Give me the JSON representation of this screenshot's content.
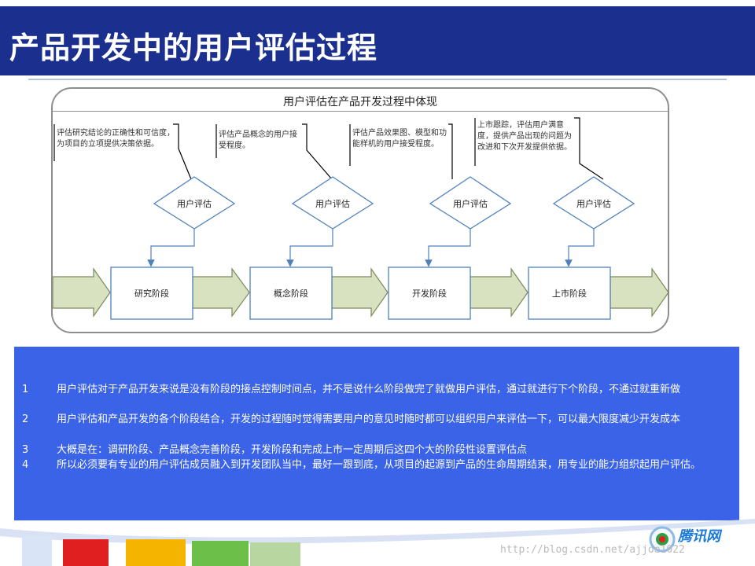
{
  "slide": {
    "title": "产品开发中的用户评估过程"
  },
  "diagram": {
    "title": "用户评估在产品开发过程中体现",
    "notes": [
      "评估研究结论的正确性和可信度，为项目的立项提供决策依据。",
      "评估产品概念的用户接受程度。",
      "评估产品效果图、模型和功能样机的用户接受程度。",
      "上市跟踪，评估用户满意度，提供产品出现的问题为改进和下次开发提供依据。"
    ],
    "diamonds": [
      "用户评估",
      "用户评估",
      "用户评估",
      "用户评估"
    ],
    "stages": [
      "研究阶段",
      "概念阶段",
      "开发阶段",
      "上市阶段"
    ]
  },
  "info": {
    "items": [
      {
        "num": "1",
        "text": "用户评估对于产品开发来说是没有阶段的接点控制时间点，并不是说什么阶段做完了就做用户评估，通过就进行下个阶段，不通过就重新做"
      },
      {
        "num": "2",
        "text": " 用户评估和产品开发的各个阶段结合，开发的过程随时觉得需要用户的意见时随时都可以组织用户来评估一下，可以最大限度减少开发成本"
      },
      {
        "num": "3",
        "text": "大概是在：调研阶段、产品概念完善阶段，开发阶段和完成上市一定周期后这四个大的阶段性设置评估点"
      },
      {
        "num": "4",
        "text": "所以必须要有专业的用户评估成员融入到开发团队当中，最好一跟到底，从项目的起源到产品的生命周期结束，用专业的能力组织起用户评估。"
      }
    ]
  },
  "footer": {
    "logo_text": "腾讯网",
    "watermark": "http://blog.csdn.net/ajjoe1022"
  },
  "colors": {
    "title_bg": "#1b2f8e",
    "info_bg": "#3a63e8",
    "arrow_fill": "#d9e2c0",
    "connector": "#4f81bd"
  }
}
